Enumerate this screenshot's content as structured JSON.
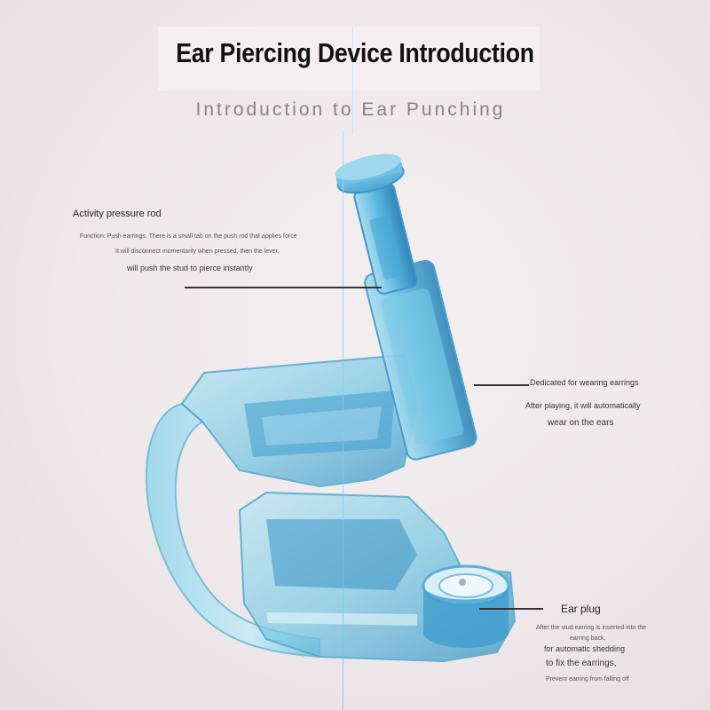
{
  "title": "Ear Piercing Device Introduction",
  "subtitle": "Introduction to Ear Punching",
  "callouts": {
    "rod": {
      "heading": "Activity pressure rod",
      "line1": "Function: Push earrings. There is a small tab on the push rod that applies force",
      "line2": "It will disconnect momentarily when pressed, then the lever.",
      "line3": "will push the stud to pierce instantly"
    },
    "earrings": {
      "heading": "Dedicated for wearing earrings",
      "line1": "After playing, it will automatically",
      "line2": "wear on the ears"
    },
    "plug": {
      "heading": "Ear plug",
      "line1": "After the stud earring is inserted into the",
      "line2": "earring back,",
      "line3": "for automatic shedding",
      "line4": "to fix the earrings,",
      "line5": "Prevent earring from falling off"
    }
  },
  "colors": {
    "device_blue": "#7cc9e4",
    "device_dark": "#3a95c4",
    "plunger": "#5cb7e0",
    "background": "#ece6e8"
  }
}
